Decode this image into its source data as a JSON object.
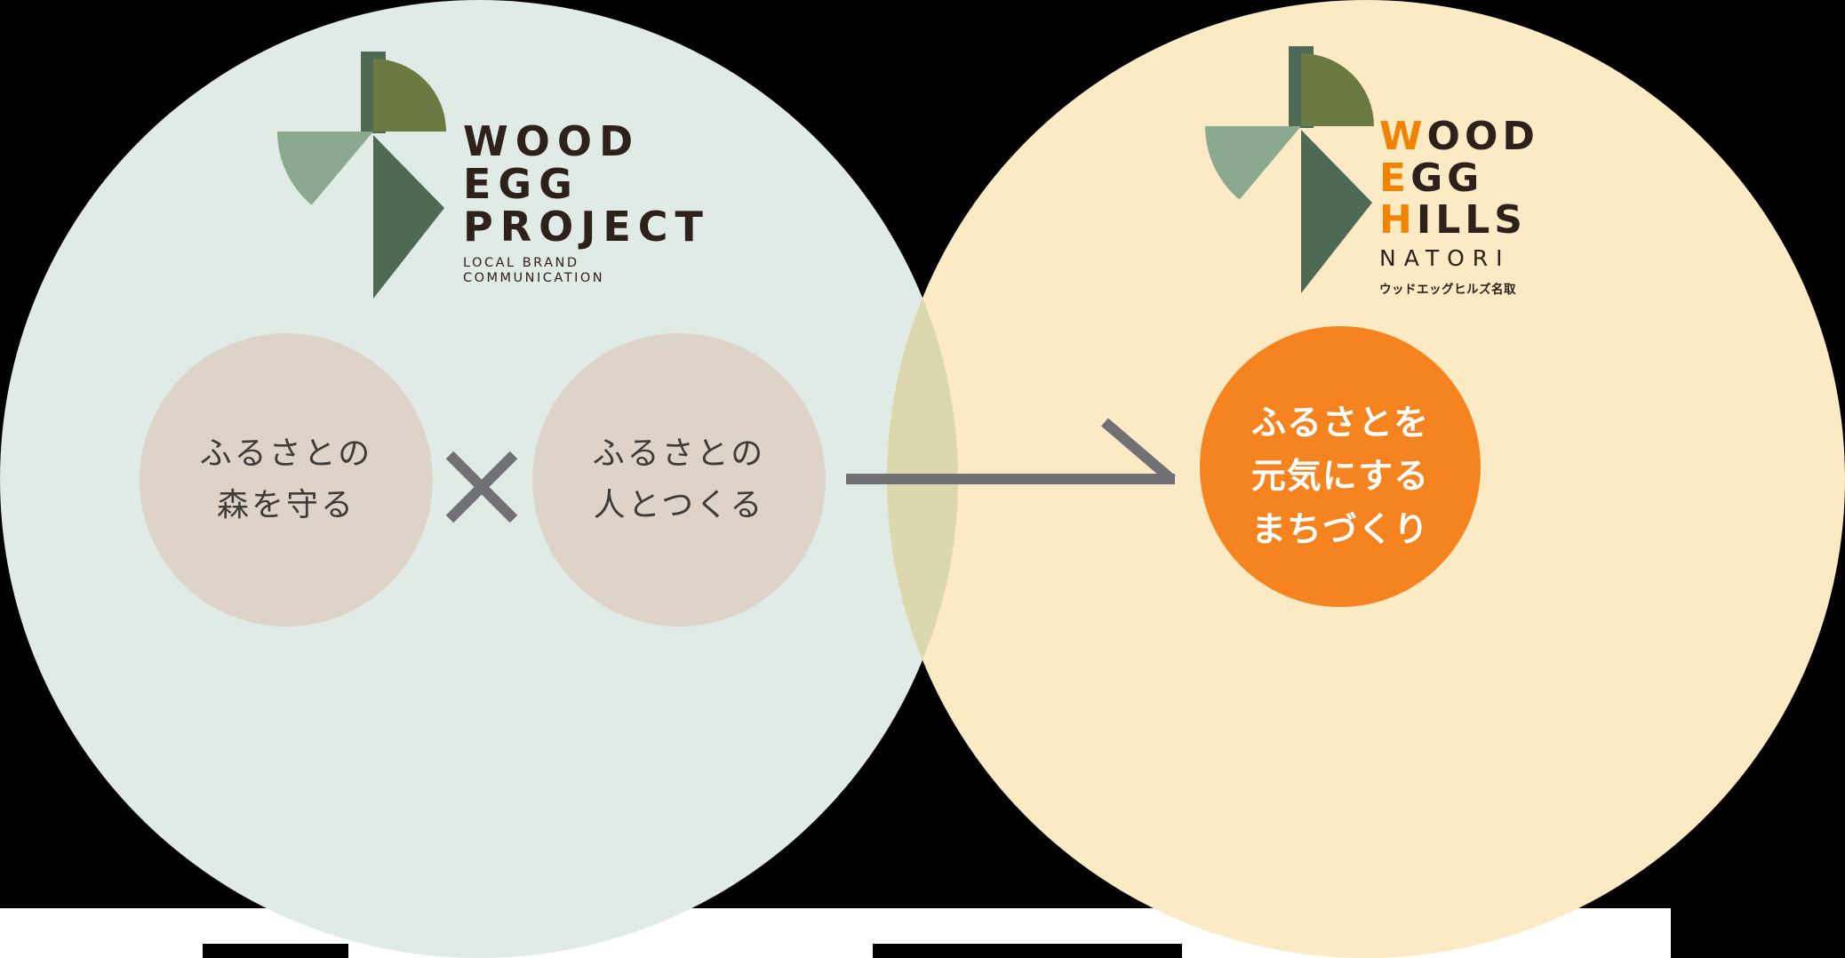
{
  "page": {
    "background": "#000000",
    "footer_band_color": "#FFFFFF"
  },
  "venn": {
    "left_circle_color": "#E0EBE5",
    "right_circle_color": "#FBEAC3",
    "overlap_color": "#DBD8AE"
  },
  "left_logo": {
    "title_lines": [
      "WOOD",
      "EGG",
      "PROJECT"
    ],
    "subtitle_lines": [
      "LOCAL BRAND",
      "COMMUNICATION"
    ],
    "text_color": "#2E211B",
    "mark": {
      "olive": "#6B7A42",
      "sage": "#8BA98E",
      "dark": "#4E6A55"
    }
  },
  "right_logo": {
    "title_lines": [
      {
        "accent": "W",
        "rest": "OOD"
      },
      {
        "accent": "E",
        "rest": "GG"
      },
      {
        "accent": "H",
        "rest": "ILLS"
      }
    ],
    "subtitle": "NATORI",
    "caption": "ウッドエッグヒルズ名取",
    "accent_color": "#F08300",
    "text_color": "#2E211B",
    "mark": {
      "olive": "#6B7A42",
      "sage": "#8BA98E",
      "dark": "#4E6A55"
    }
  },
  "formula": {
    "input_bubbles": [
      {
        "lines": [
          "ふるさとの",
          "森を守る"
        ]
      },
      {
        "lines": [
          "ふるさとの",
          "人とつくる"
        ]
      }
    ],
    "bubble_color": "#DED3C9",
    "bubble_text_color": "#3F3C38",
    "multiply_symbol": "×",
    "symbol_color": "#717175",
    "arrow_color": "#717175",
    "result_bubble": {
      "lines": [
        "ふるさとを",
        "元気にする",
        "まちづくり"
      ],
      "color": "#F5831F",
      "text_color": "#FFFFFF"
    }
  }
}
